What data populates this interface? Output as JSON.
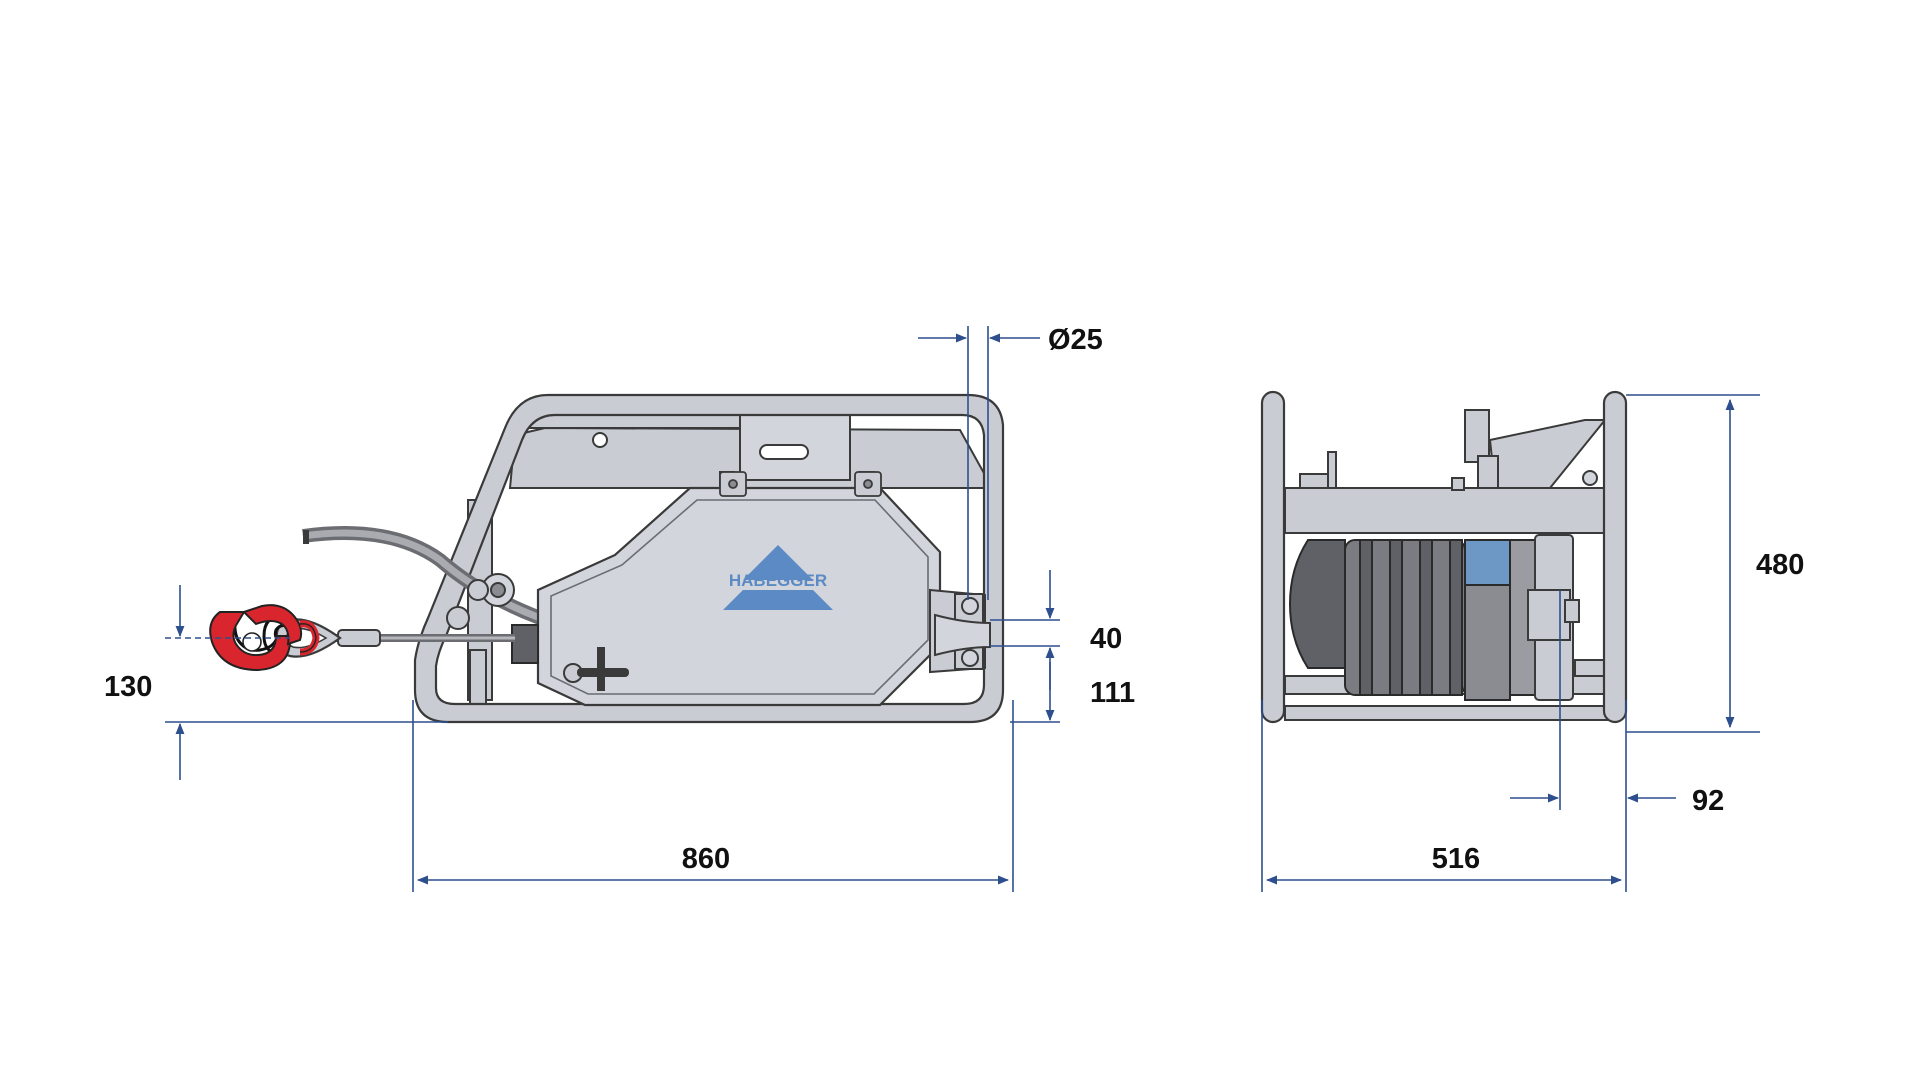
{
  "brand": {
    "name": "HABEGGER",
    "color": "#5b8ac4"
  },
  "colors": {
    "dimension_line": "#2d4f8e",
    "frame_fill": "#c9ccd3",
    "frame_stroke": "#3a3a3a",
    "housing_fill": "#d2d5dc",
    "motor_fill": "#5f6166",
    "hook": "#d9262e",
    "motor_accent": "#6d98c6"
  },
  "dimensions": {
    "diameter": "Ø25",
    "height_offset": "40",
    "bottom_offset": "111",
    "hook_height": "130",
    "length": "860",
    "width": "516",
    "side_offset": "92",
    "height": "480"
  }
}
